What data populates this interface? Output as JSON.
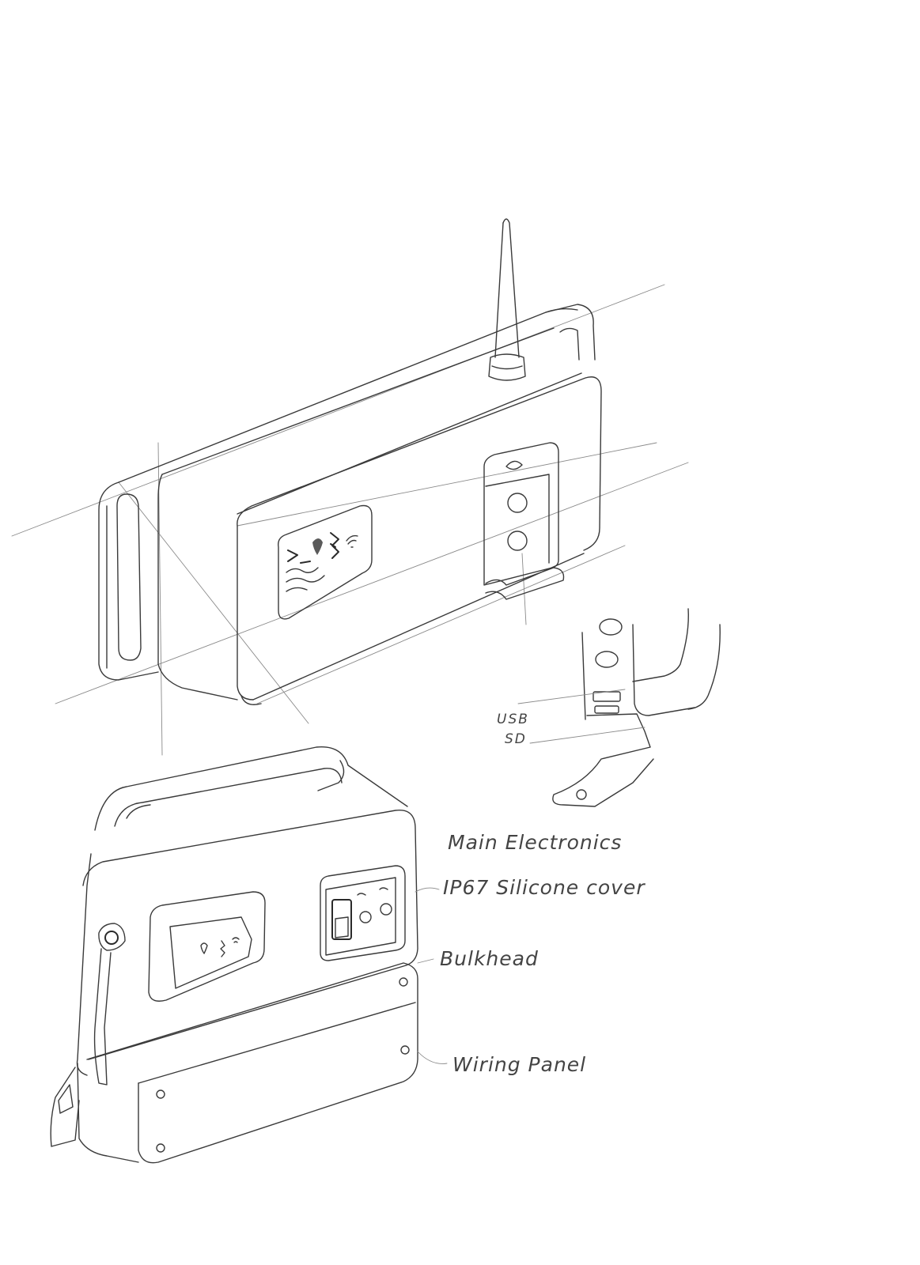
{
  "callouts": {
    "usb": "USB",
    "sd": "SD",
    "main_electronics": "Main Electronics",
    "silicone_cover": "IP67 Silicone cover",
    "bulkhead": "Bulkhead",
    "wiring_panel": "Wiring Panel"
  },
  "colors": {
    "pencil": "#3a3a3a",
    "paper": "#ffffff",
    "label": "#444444"
  },
  "icons": [
    "terminal-icon",
    "location-pin-icon",
    "bluetooth-icon",
    "wifi-icon",
    "water-wave-icon"
  ]
}
